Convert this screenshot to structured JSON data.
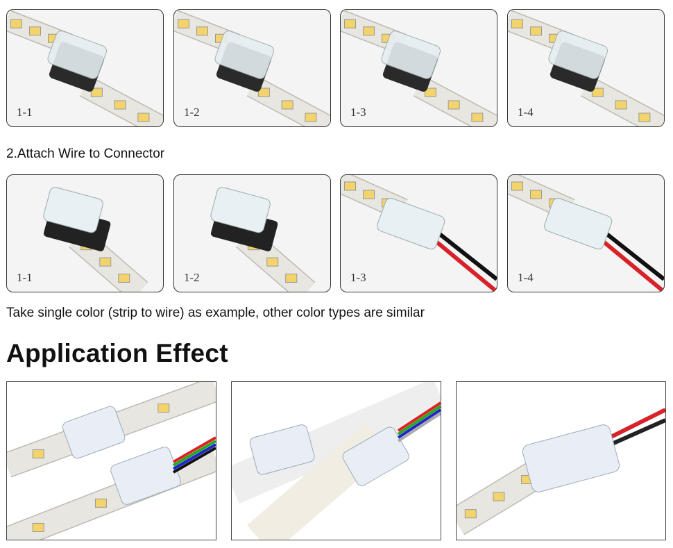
{
  "step1": {
    "photos": [
      {
        "label": "1-1",
        "alt_icon": "connector-open-photo"
      },
      {
        "label": "1-2",
        "alt_icon": "connector-insert-photo"
      },
      {
        "label": "1-3",
        "alt_icon": "connector-closing-photo"
      },
      {
        "label": "1-4",
        "alt_icon": "connector-closed-photo"
      }
    ]
  },
  "step2": {
    "title": "2.Attach Wire to Connector",
    "photos": [
      {
        "label": "1-1"
      },
      {
        "label": "1-2"
      },
      {
        "label": "1-3"
      },
      {
        "label": "1-4"
      }
    ],
    "note": "Take single color (strip to wire) as example, other color types are similar"
  },
  "application": {
    "title": "Application Effect"
  },
  "colors": {
    "border": "#333333",
    "strip": "#e8e6e0",
    "led": "#f3d36b",
    "wire_red": "#d8222a"
  }
}
